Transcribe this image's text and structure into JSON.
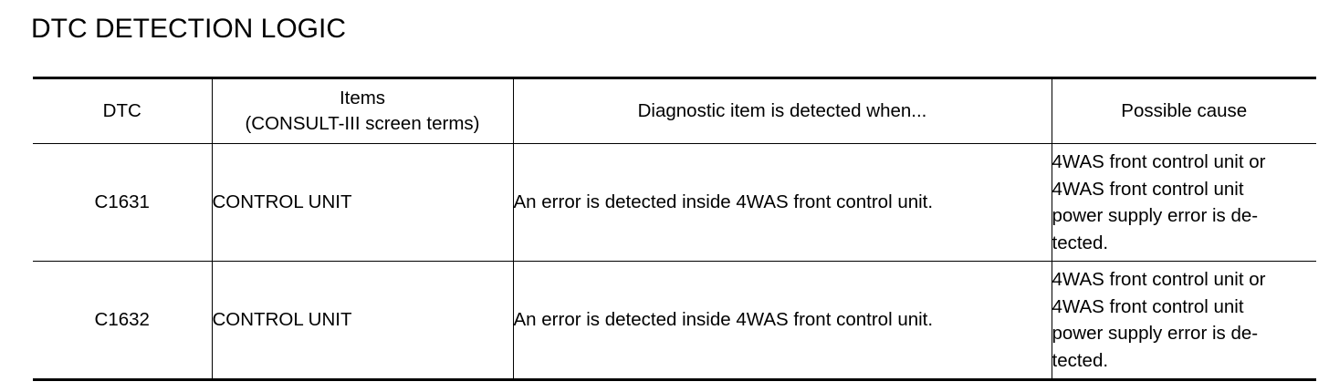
{
  "document": {
    "title": "DTC DETECTION LOGIC"
  },
  "table": {
    "headers": {
      "dtc": "DTC",
      "items_line1": "Items",
      "items_line2": "(CONSULT-III screen terms)",
      "detected_when": "Diagnostic item is detected when...",
      "possible_cause": "Possible cause"
    },
    "rows": [
      {
        "dtc": "C1631",
        "item": "CONTROL UNIT",
        "detected_when": "An error is detected inside 4WAS front control unit.",
        "cause_lines": [
          "4WAS front control unit or",
          "4WAS front control unit",
          "power supply error is de-",
          "tected."
        ]
      },
      {
        "dtc": "C1632",
        "item": "CONTROL UNIT",
        "detected_when": "An error is detected inside 4WAS front control unit.",
        "cause_lines": [
          "4WAS front control unit or",
          "4WAS front control unit",
          "power supply error is de-",
          "tected."
        ]
      }
    ]
  }
}
